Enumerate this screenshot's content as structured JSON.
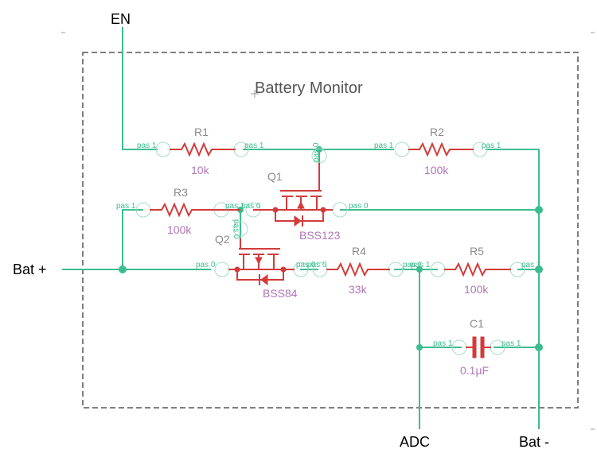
{
  "diagram": {
    "title": "Battery Monitor",
    "nets": {
      "en": "EN",
      "bat_plus": "Bat +",
      "adc": "ADC",
      "bat_minus": "Bat -"
    },
    "components": {
      "r1": {
        "ref": "R1",
        "value": "10k",
        "pin_a": "pas 1",
        "pin_b": "pas 1"
      },
      "r2": {
        "ref": "R2",
        "value": "100k",
        "pin_a": "pas 1",
        "pin_b": "pas 1"
      },
      "r3": {
        "ref": "R3",
        "value": "100k",
        "pin_a": "pas 1",
        "pin_b": "pas 1"
      },
      "r4": {
        "ref": "R4",
        "value": "33k",
        "pin_a": "pas 0",
        "pin_b": "pas 1"
      },
      "r5": {
        "ref": "R5",
        "value": "100k",
        "pin_a": "pas 1",
        "pin_b": "pas 1"
      },
      "c1": {
        "ref": "C1",
        "value": "0.1µF",
        "pin_a": "pas 1",
        "pin_b": "pas 1"
      },
      "q1": {
        "ref": "Q1",
        "value": "BSS123",
        "pin_gate": "pas 0",
        "pin_source": "pas 0",
        "pin_drain": "pas 0"
      },
      "q2": {
        "ref": "Q2",
        "value": "BSS84",
        "pin_gate": "pas 0",
        "pin_source": "pas 0",
        "pin_drain": "pas 0"
      }
    }
  }
}
